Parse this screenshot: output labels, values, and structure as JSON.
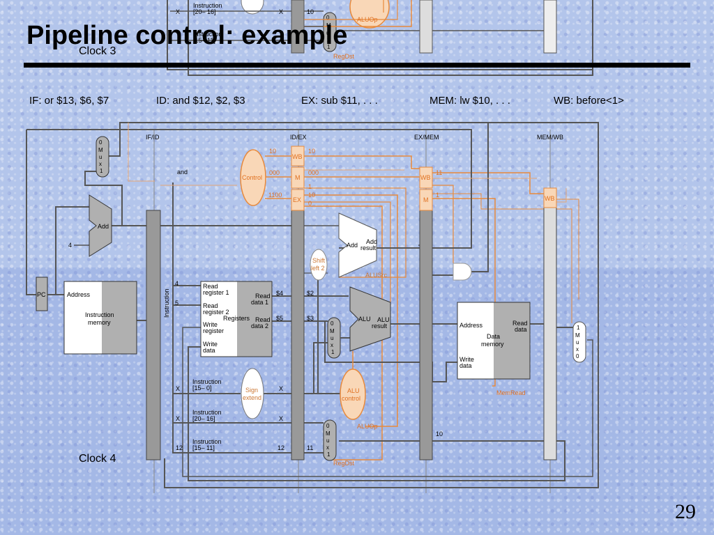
{
  "title": "Pipeline control: example",
  "clock_top": "Clock 3",
  "clock_bottom": "Clock 4",
  "slide_number": "29",
  "stages": {
    "if": "IF: or $13, $6, $7",
    "id": "ID: and $12, $2, $3",
    "ex": "EX: sub $11, . . .",
    "mem": "MEM: lw $10, . . .",
    "wb": "WB: before<1>"
  },
  "registers": {
    "if_id": "IF/ID",
    "id_ex": "ID/EX",
    "ex_mem": "EX/MEM",
    "mem_wb": "MEM/WB"
  },
  "units": {
    "pc": "PC",
    "add": "Add",
    "four": "4",
    "mux": [
      "0",
      "M",
      "u",
      "x",
      "1"
    ],
    "mux_rev": [
      "1",
      "M",
      "u",
      "x",
      "0"
    ],
    "instr_mem_address": "Address",
    "instr_mem_name": [
      "Instruction",
      "memory"
    ],
    "instruction": "Instruction",
    "control": "Control",
    "wb": "WB",
    "m": "M",
    "ex": "EX",
    "read_register_1": [
      "Read",
      "register 1"
    ],
    "read_register_2": [
      "Read",
      "register 2"
    ],
    "write_register": [
      "Write",
      "register"
    ],
    "write_data": [
      "Write",
      "data"
    ],
    "registers": "Registers",
    "read_data_1": [
      "Read",
      "data 1"
    ],
    "read_data_2": [
      "Read",
      "data 2"
    ],
    "sign_extend": [
      "Sign",
      "extend"
    ],
    "shift_left": [
      "Shift",
      "left 2"
    ],
    "add_result": [
      "Add",
      "result"
    ],
    "alu": "ALU",
    "alu_result": [
      "ALU",
      "result"
    ],
    "alu_control": [
      "ALU",
      "control"
    ],
    "alusrc": "ALUSrc",
    "aluop": "ALUOp",
    "regdst": "RegDst",
    "memread": "MemRead",
    "data_mem_address": "Address",
    "data_mem_read": [
      "Read",
      "data"
    ],
    "data_mem_name": [
      "Data",
      "memory"
    ],
    "data_mem_write": [
      "Write",
      "data"
    ],
    "instr_15_0": [
      "Instruction",
      "[15– 0]"
    ],
    "instr_20_16": [
      "Instruction",
      "[20– 16]"
    ],
    "instr_15_11": [
      "Instruction",
      "[15– 11]"
    ]
  },
  "values": {
    "and": "and",
    "wb_idex_in": "10",
    "wb_idex_out": "10",
    "m_idex_in": "000",
    "m_idex_out": "000",
    "ex_idex_in": "1100",
    "ex_out": [
      "1",
      "10",
      "0"
    ],
    "wb_exmem_out": "11",
    "m_exmem_out": "1",
    "rs": "4",
    "rt": "5",
    "read1": "$4",
    "read2": "$5",
    "reg2": "$2",
    "reg3": "$3",
    "x1": "X",
    "x2": "X",
    "x3": "X",
    "x4": "X",
    "rd_in": "12",
    "rd_out": "12",
    "mux_out": "11",
    "exmem_rd": "10",
    "top_x": "X",
    "top_x2": "X",
    "top_10": "10",
    "top_instr": [
      "Instruction",
      "[20– 16]"
    ],
    "top_instr2": [
      "Instruction",
      "[15– 11]"
    ]
  },
  "colors": {
    "wire": "#555555",
    "control_wire": "#e88a3c",
    "control_fill": "#f9d7b7",
    "block_gray": "#b0b0b0",
    "pipe_reg": "#999999",
    "rule": "#000000"
  }
}
